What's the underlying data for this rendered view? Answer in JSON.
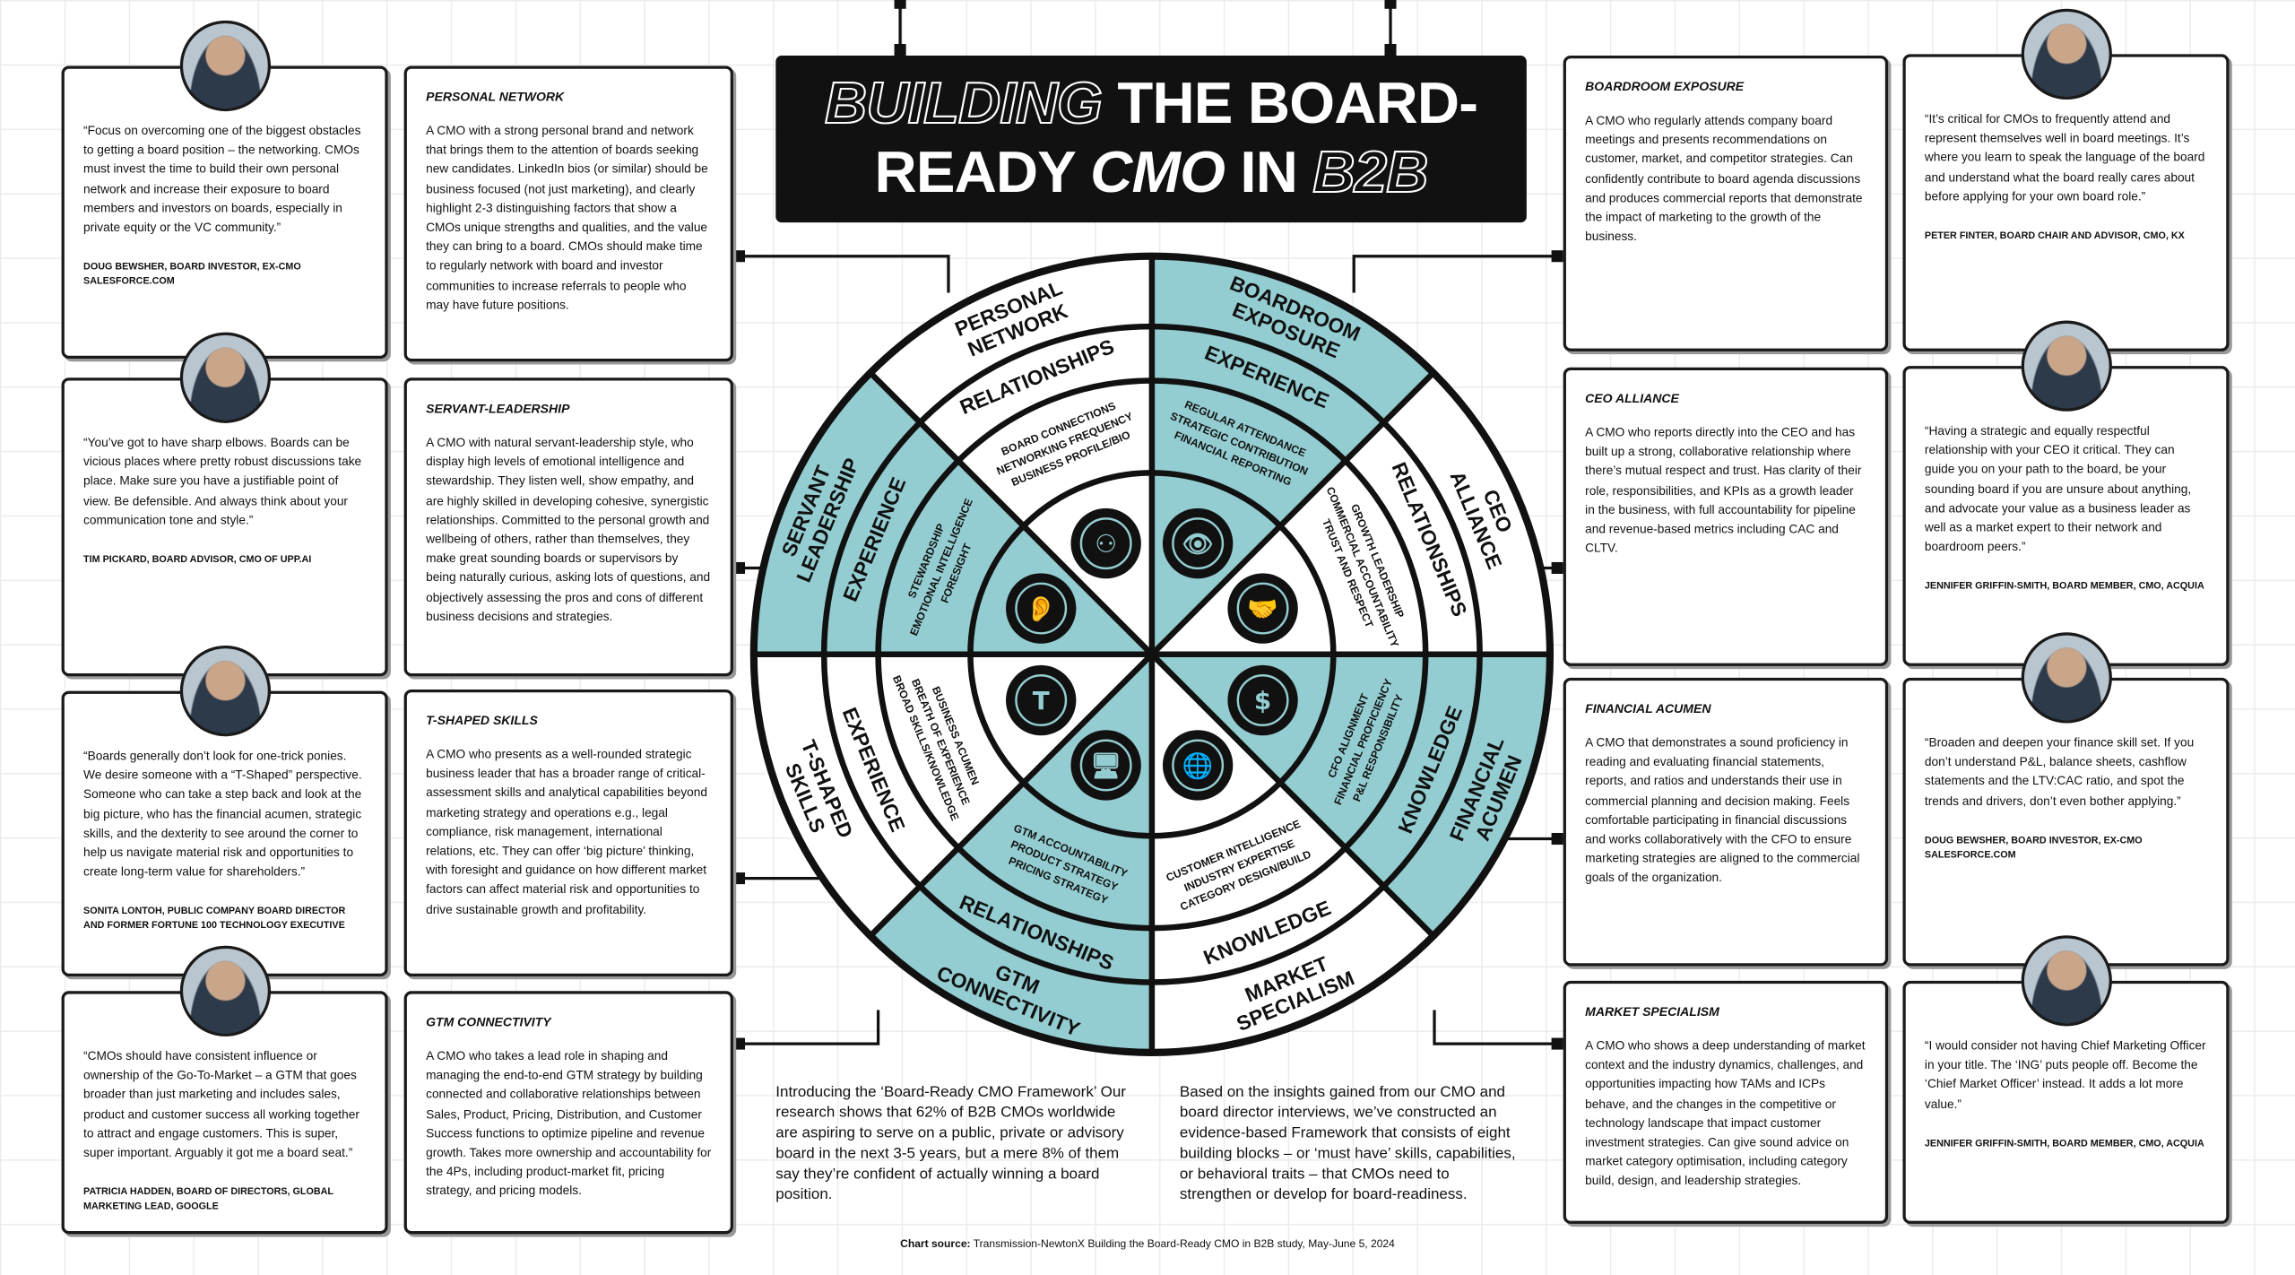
{
  "title": {
    "part1": "BUILDING",
    "part2": " THE BOARD-",
    "part3": "READY ",
    "part4": "CMO",
    "part5": " IN ",
    "part6": "B2B"
  },
  "blocks": [
    {
      "title": "PERSONAL NETWORK",
      "body": "A CMO with a strong personal brand and network that brings them to the attention of boards seeking new candidates. LinkedIn bios (or similar) should be business focused (not just marketing), and clearly highlight 2-3 distinguishing factors that show a CMOs unique strengths and qualities, and the value they can bring to a board. CMOs should make time to regularly network with board and investor communities to increase referrals to people who may have future positions."
    },
    {
      "title": "SERVANT-LEADERSHIP",
      "body": "A CMO with natural servant-leadership style, who display high levels of emotional intelligence and stewardship. They listen well, show empathy, and are highly skilled in developing cohesive, synergistic relationships. Committed to the personal growth and wellbeing of others, rather than themselves, they make great sounding boards or supervisors by being naturally curious, asking lots of questions, and objectively assessing the pros and cons of different business decisions and strategies."
    },
    {
      "title": "T-SHAPED SKILLS",
      "body": "A CMO who presents as a well-rounded strategic business leader that has a broader range of critical-assessment skills and analytical capabilities beyond marketing strategy and operations e.g., legal compliance, risk management, international relations, etc. They can offer ‘big picture’ thinking, with foresight and guidance on how different market factors can affect material risk and opportunities to drive sustainable growth and profitability."
    },
    {
      "title": "GTM CONNECTIVITY",
      "body": "A CMO who takes a lead role in shaping and managing the end-to-end GTM strategy by building connected and collaborative relationships between Sales, Product, Pricing, Distribution, and Customer Success functions to optimize pipeline and revenue growth. Takes more ownership and accountability for the 4Ps, including product-market fit, pricing strategy, and pricing models."
    },
    {
      "title": "BOARDROOM EXPOSURE",
      "body": "A CMO who regularly attends company board meetings and presents recommendations on customer, market, and competitor strategies. Can confidently contribute to board agenda discussions and produces commercial reports that demonstrate the impact of marketing to the growth of the business."
    },
    {
      "title": "CEO ALLIANCE",
      "body": "A CMO who reports directly into the CEO and has built up a strong, collaborative relationship where there’s mutual respect and trust. Has clarity of their role, responsibilities, and KPIs as a growth leader in the business, with full accountability for pipeline and revenue-based metrics including CAC and CLTV."
    },
    {
      "title": "FINANCIAL ACUMEN",
      "body": "A CMO that demonstrates a sound proficiency in reading and evaluating financial statements, reports, and ratios and understands their use in commercial planning and decision making. Feels comfortable participating in financial discussions and works collaboratively with the CFO to ensure marketing strategies are aligned to the commercial goals of the organization."
    },
    {
      "title": "MARKET SPECIALISM",
      "body": "A CMO who shows a deep understanding of market context and the industry dynamics, challenges, and opportunities impacting how TAMs and ICPs behave, and the changes in the competitive or technology landscape that impact customer investment strategies. Can give sound advice on market category optimisation, including category build, design, and leadership strategies."
    }
  ],
  "quotes": [
    {
      "text": "“Focus on overcoming one of the biggest obstacles to getting a board position – the networking. CMOs must invest the time to build their own personal network and increase their exposure to board members and investors on boards, especially in private equity or the VC community.”",
      "author": "DOUG BEWSHER, BOARD INVESTOR, EX-CMO SALESFORCE.COM"
    },
    {
      "text": "“You’ve got to have sharp elbows. Boards can be vicious places where pretty robust discussions take place. Make sure you have a justifiable point of view. Be defensible. And always think about your communication tone and style.”",
      "author": "TIM PICKARD, BOARD ADVISOR, CMO OF UPP.AI"
    },
    {
      "text": "“Boards generally don’t look for one-trick ponies. We desire someone with a “T-Shaped” perspective. Someone who can take a step back and look at the big picture, who has the financial acumen, strategic skills, and the dexterity to see around the corner to help us navigate material risk and opportunities to create long-term value for shareholders.”",
      "author": "SONITA LONTOH, PUBLIC COMPANY BOARD DIRECTOR AND FORMER FORTUNE 100 TECHNOLOGY EXECUTIVE"
    },
    {
      "text": "“CMOs should have consistent influence or ownership of the Go-To-Market – a GTM that goes broader than just marketing and includes sales, product and customer success all working together to attract and engage customers. This is super, super important. Arguably it got me a board seat.”",
      "author": "PATRICIA HADDEN, BOARD OF DIRECTORS, GLOBAL MARKETING LEAD, GOOGLE"
    },
    {
      "text": "“It’s critical for CMOs to frequently attend and represent themselves well in board meetings. It’s where you learn to speak the language of the board and understand what the board really cares about before applying for your own board role.”",
      "author": "PETER FINTER, BOARD CHAIR AND ADVISOR, CMO, KX"
    },
    {
      "text": "“Having a strategic and equally respectful relationship with your CEO it critical. They can guide you on your path to the board, be your sounding board if you are unsure about anything, and advocate your value as a business leader as well as a market expert to their network and boardroom peers.”",
      "author": "JENNIFER GRIFFIN-SMITH, BOARD MEMBER, CMO, ACQUIA"
    },
    {
      "text": "“Broaden and deepen your finance skill set. If you don’t understand P&L, balance sheets, cashflow statements and the LTV:CAC ratio, and spot the trends and drivers, don’t even bother applying.”",
      "author": "DOUG BEWSHER, BOARD INVESTOR, EX-CMO SALESFORCE.COM"
    },
    {
      "text": "“I would consider not having Chief Marketing Officer in your title. The ‘ING’ puts people off. Become the ‘Chief Market Officer’ instead. It adds a lot more value.”",
      "author": "JENNIFER GRIFFIN-SMITH, BOARD MEMBER, CMO, ACQUIA"
    }
  ],
  "wheel": {
    "teal": "#94cdd1",
    "dark": "#111111",
    "sectors": [
      {
        "name": [
          "BOARDROOM",
          "EXPOSURE"
        ],
        "ring": "EXPERIENCE",
        "items": [
          "REGULAR ATTENDANCE",
          "STRATEGIC CONTRIBUTION",
          "FINANCIAL REPORTING"
        ],
        "icon": "eye-icon",
        "glyph": "👁",
        "teal": true
      },
      {
        "name": [
          "CEO",
          "ALLIANCE"
        ],
        "ring": "RELATIONSHIPS",
        "items": [
          "GROWTH LEADERSHIP",
          "COMMERCIAL ACCOUNTABILITY",
          "TRUST AND RESPECT"
        ],
        "icon": "handshake-shield-icon",
        "glyph": "🤝",
        "teal": false
      },
      {
        "name": [
          "FINANCIAL",
          "ACUMEN"
        ],
        "ring": "KNOWLEDGE",
        "items": [
          "CFO ALIGNMENT",
          "FINANCIAL PROFICIENCY",
          "P&L RESPONSIBILITY"
        ],
        "icon": "brain-dollar-icon",
        "glyph": "$",
        "teal": true
      },
      {
        "name": [
          "MARKET",
          "SPECIALISM"
        ],
        "ring": "KNOWLEDGE",
        "items": [
          "CUSTOMER INTELLIGENCE",
          "INDUSTRY EXPERTISE",
          "CATEGORY DESIGN/BUILD"
        ],
        "icon": "globe-icon",
        "glyph": "🌐",
        "teal": false
      },
      {
        "name": [
          "GTM",
          "CONNECTIVITY"
        ],
        "ring": "RELATIONSHIPS",
        "items": [
          "GTM ACCOUNTABILITY",
          "PRODUCT STRATEGY",
          "PRICING STRATEGY"
        ],
        "icon": "network-monitor-icon",
        "glyph": "🖥",
        "teal": true
      },
      {
        "name": [
          "T-SHAPED",
          "SKILLS"
        ],
        "ring": "EXPERIENCE",
        "items": [
          "BUSINESS ACUMEN",
          "BREATH OF EXPERIENCE",
          "BROAD SKILLS/KNOWLEDGE"
        ],
        "icon": "t-gear-icon",
        "glyph": "T",
        "teal": false
      },
      {
        "name": [
          "SERVANT",
          "LEADERSHIP"
        ],
        "ring": "EXPERIENCE",
        "items": [
          "STEWARDSHIP",
          "EMOTIONAL INTELLIGENCE",
          "FORESIGHT"
        ],
        "icon": "ear-icon",
        "glyph": "👂",
        "teal": true
      },
      {
        "name": [
          "PERSONAL",
          "NETWORK"
        ],
        "ring": "RELATIONSHIPS",
        "items": [
          "BOARD CONNECTIONS",
          "NETWORKING FREQUENCY",
          "BUSINESS PROFILE/BIO"
        ],
        "icon": "network-people-icon",
        "glyph": "⚇",
        "teal": false
      }
    ]
  },
  "intro": {
    "left": "Introducing the ‘Board-Ready CMO Framework’ Our research shows that 62% of B2B CMOs worldwide are aspiring to serve on a public, private or advisory board in the next 3-5 years, but a mere 8% of them say they’re confident of actually winning a board position.",
    "right": "Based on the insights gained from our CMO and board director interviews, we’ve constructed an evidence-based Framework that consists of eight building blocks – or ‘must have’ skills, capabilities, or behavioral traits – that CMOs need to strengthen or develop for board-readiness."
  },
  "source": {
    "label": "Chart source:",
    "text": " Transmission-NewtonX Building the Board-Ready CMO in B2B study, May-June 5, 2024"
  }
}
